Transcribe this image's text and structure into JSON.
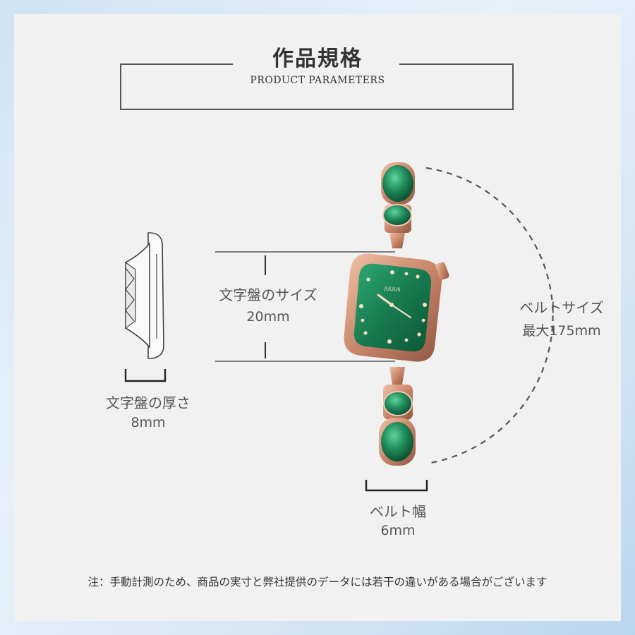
{
  "header": {
    "title": "作品規格",
    "subtitle": "PRODUCT PARAMETERS"
  },
  "dimensions": {
    "dial_size": {
      "label": "文字盤のサイズ",
      "value": "20mm"
    },
    "dial_thickness": {
      "label": "文字盤の厚さ",
      "value": "8mm"
    },
    "belt_size": {
      "label": "ベルトサイズ",
      "value": "最大175mm"
    },
    "belt_width": {
      "label": "ベルト幅",
      "value": "6mm"
    }
  },
  "watch": {
    "brand": "JULIUS"
  },
  "footer": {
    "note": "注：手動計測のため、商品の実寸と弊社提供のデータには若干の違いがある場合がございます"
  },
  "colors": {
    "background": "#f1f1f1",
    "rose_gold": "#c9866a",
    "emerald": "#1f8a5b",
    "line": "#555555"
  }
}
